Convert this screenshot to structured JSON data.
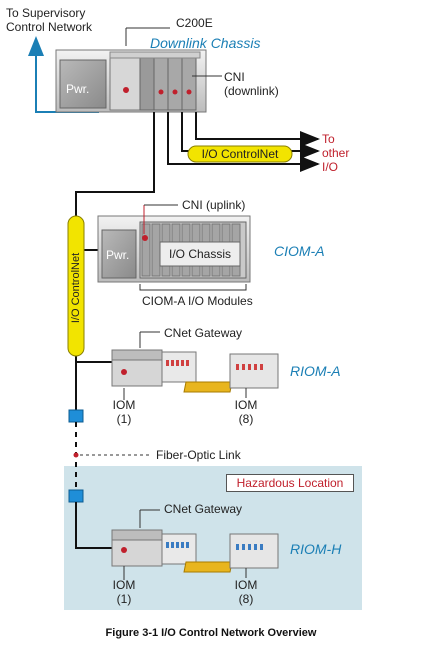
{
  "labels": {
    "supervisory_network": [
      "To Supervisory",
      "Control Network"
    ],
    "c200e": "C200E",
    "downlink_chassis": "Downlink Chassis",
    "pwr": "Pwr.",
    "cni_downlink": [
      "CNI",
      "(downlink)"
    ],
    "io_controlnet": "I/O ControlNet",
    "to_other_io": [
      "To",
      "other",
      "I/O"
    ],
    "cni_uplink": "CNI (uplink)",
    "io_chassis": "I/O Chassis",
    "ciom_a": "CIOM-A",
    "ciom_a_modules": "CIOM-A I/O Modules",
    "cnet_gateway": "CNet Gateway",
    "riom_a": "RIOM-A",
    "iom_1": [
      "IOM",
      "(1)"
    ],
    "iom_8": [
      "IOM",
      "(8)"
    ],
    "fiber_optic_link": "Fiber-Optic Link",
    "hazardous_location": "Hazardous Location",
    "riom_h": "RIOM-H"
  },
  "caption": "Figure 3-1 I/O Control Network Overview",
  "colors": {
    "network_line": "#111111",
    "controlnet_pill": "#f2e400",
    "accent_blue": "#1b7fb5",
    "accent_red": "#c0202c",
    "hazard_zone": "#cfe3ea",
    "fiber_node": "#1f8ed8"
  }
}
